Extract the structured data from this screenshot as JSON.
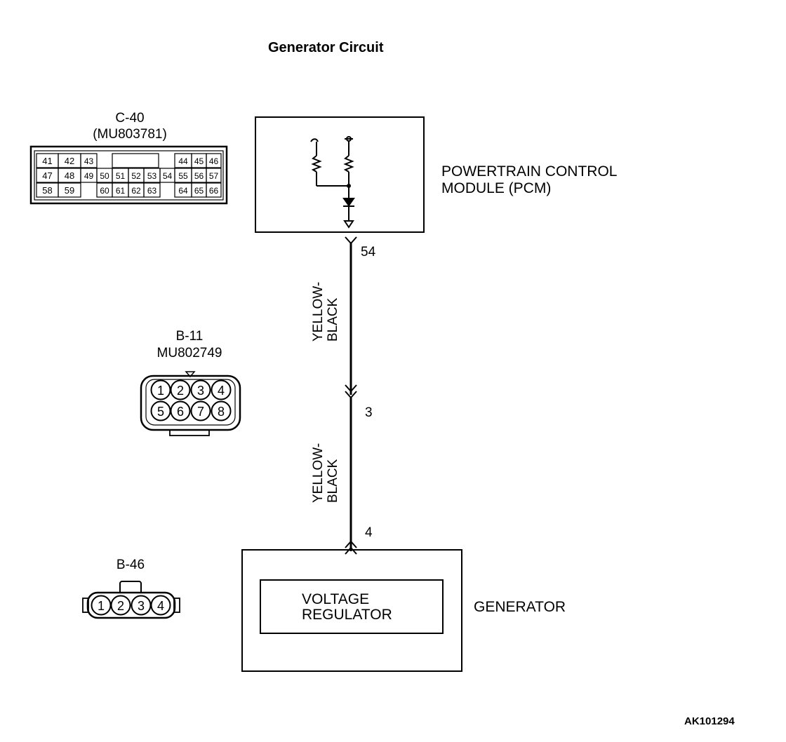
{
  "title": "Generator Circuit",
  "image_code": "AK101294",
  "connectors": {
    "c40": {
      "name": "C-40",
      "part": "(MU803781)",
      "row1": [
        "41",
        "42",
        "43",
        "44",
        "45",
        "46"
      ],
      "row2": [
        "47",
        "48",
        "49",
        "50",
        "51",
        "52",
        "53",
        "54",
        "55",
        "56",
        "57"
      ],
      "row3": [
        "58",
        "59",
        "60",
        "61",
        "62",
        "63",
        "64",
        "65",
        "66"
      ]
    },
    "b11": {
      "name": "B-11",
      "part": "MU802749",
      "pins": [
        "1",
        "2",
        "3",
        "4",
        "5",
        "6",
        "7",
        "8"
      ]
    },
    "b46": {
      "name": "B-46",
      "pins": [
        "1",
        "2",
        "3",
        "4"
      ]
    }
  },
  "pcm": {
    "label_line1": "POWERTRAIN CONTROL",
    "label_line2": "MODULE (PCM)",
    "terminal": "54"
  },
  "wires": [
    {
      "color_line1": "YELLOW-",
      "color_line2": "BLACK"
    },
    {
      "color_line1": "YELLOW-",
      "color_line2": "BLACK"
    }
  ],
  "junction_terminal": "3",
  "generator": {
    "label": "GENERATOR",
    "terminal": "4",
    "regulator_line1": "VOLTAGE",
    "regulator_line2": "REGULATOR"
  }
}
